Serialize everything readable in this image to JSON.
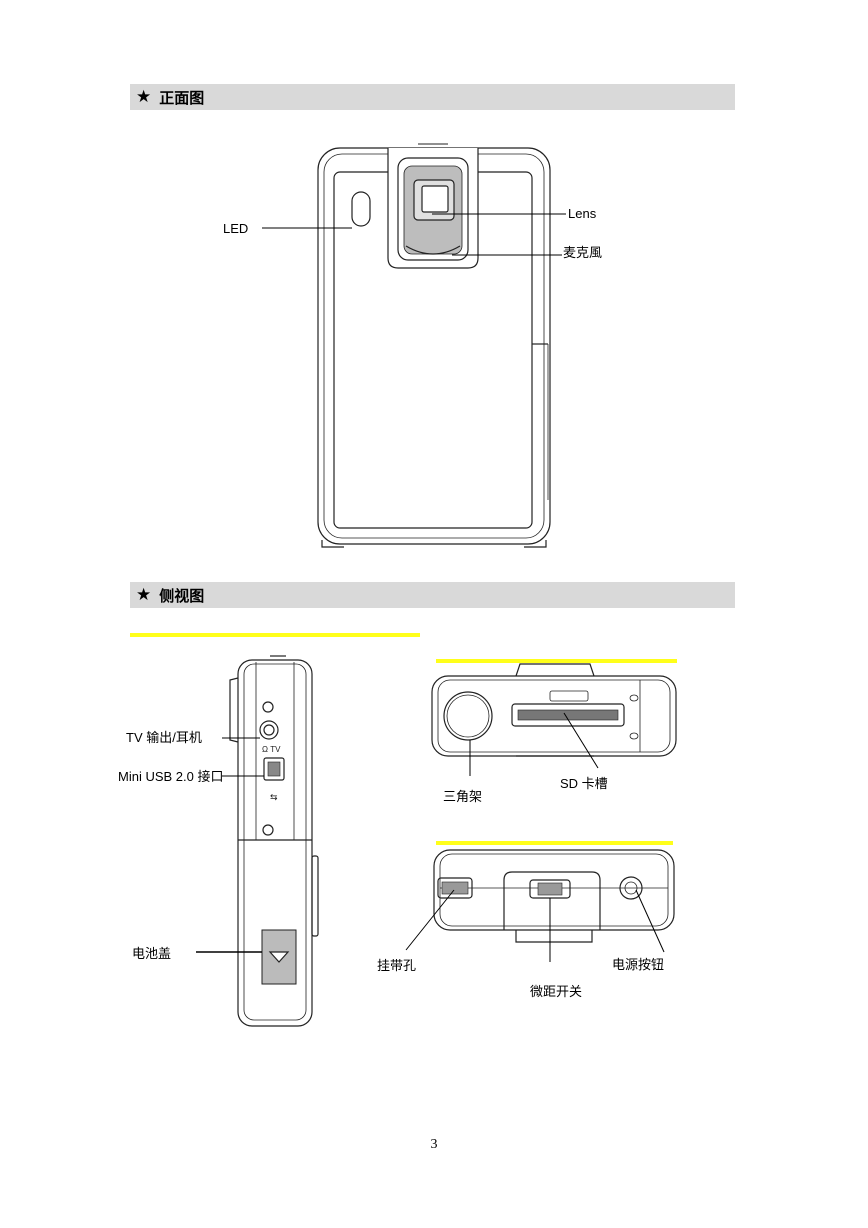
{
  "sections": {
    "front": {
      "star": "★",
      "title": "正面图"
    },
    "side": {
      "star": "★",
      "title": "侧视图"
    }
  },
  "labels": {
    "led": "LED",
    "lens": "Lens",
    "mic": "麦克風",
    "tv_out": "TV  输出/耳机",
    "mini_usb": "Mini USB 2.0 接口",
    "battery_cover": "电池盖",
    "tripod": "三角架",
    "sd_slot": "SD  卡槽",
    "strap_hole": "挂带孔",
    "macro_switch": "微距开关",
    "power_button": "电源按钮"
  },
  "page_number": "3"
}
